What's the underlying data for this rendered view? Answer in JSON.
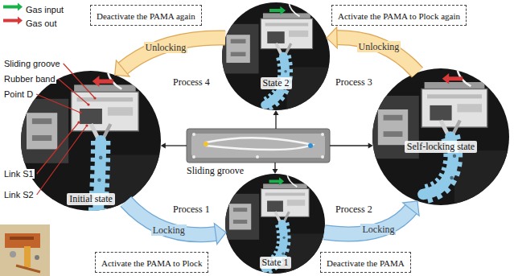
{
  "diagram": {
    "nodes": [
      {
        "text": [
          "Initial state"
        ]
      },
      {
        "text": [
          "State 2"
        ]
      },
      {
        "text": [
          "Self-locking state"
        ]
      },
      {
        "text": [
          "State 1"
        ]
      },
      {
        "text": [
          "Sliding groove"
        ]
      },
      {
        "text": [
          "Deactivate the PAMA again"
        ]
      },
      {
        "text": [
          "Activate the PAMA to Plock again"
        ]
      },
      {
        "text": [
          "Activate the PAMA to Plock"
        ]
      },
      {
        "text": [
          "Deactivate the PAMA"
        ]
      }
    ],
    "edges": [
      {
        "from": 0,
        "to": 3,
        "arrow": "to",
        "label": "Locking"
      },
      {
        "from": 3,
        "to": 2,
        "arrow": "to",
        "label": "Locking"
      },
      {
        "from": 2,
        "to": 1,
        "arrow": "to",
        "label": "Unlocking"
      },
      {
        "from": 1,
        "to": 0,
        "arrow": "to",
        "label": "Unlocking"
      },
      {
        "from": 4,
        "to": 0,
        "arrow": "to"
      },
      {
        "from": 4,
        "to": 1,
        "arrow": "to"
      },
      {
        "from": 4,
        "to": 2,
        "arrow": "to"
      },
      {
        "from": 4,
        "to": 3,
        "arrow": "to"
      }
    ],
    "labels": [
      "Sliding groove",
      "Rubber band",
      "Point D",
      "Link S1",
      "Link S2",
      "Process 4",
      "Process 3",
      "Process 1",
      "Process 2"
    ],
    "legend": [
      {
        "text": "Gas input"
      },
      {
        "text": "Gas out"
      }
    ]
  }
}
